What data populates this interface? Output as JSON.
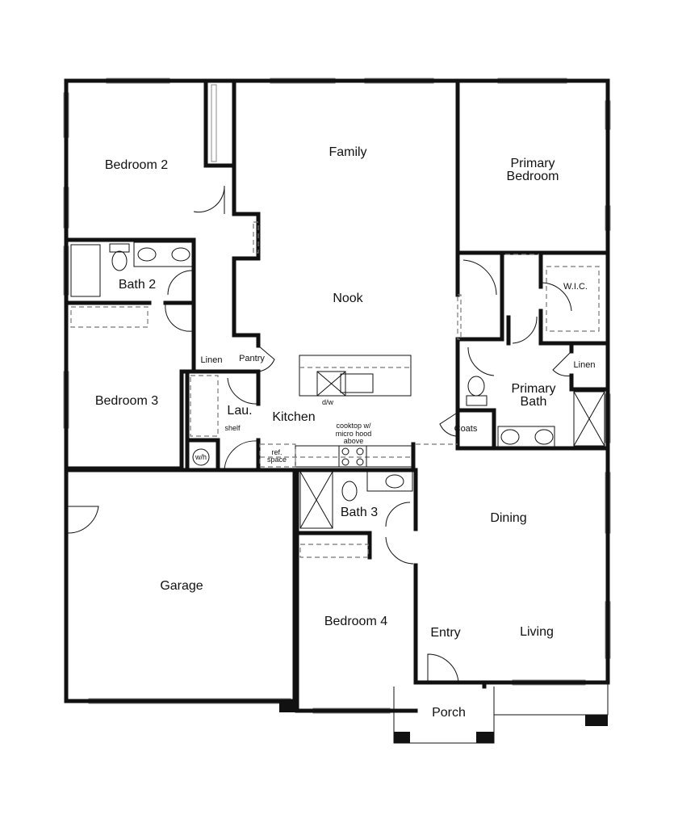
{
  "rooms": {
    "bedroom2": "Bedroom 2",
    "family": "Family",
    "primary_bedroom_1": "Primary",
    "primary_bedroom_2": "Bedroom",
    "bath2": "Bath 2",
    "nook": "Nook",
    "wic": "W.I.C.",
    "linen1": "Linen",
    "pantry": "Pantry",
    "linen2": "Linen",
    "primary_bath_1": "Primary",
    "primary_bath_2": "Bath",
    "bedroom3": "Bedroom 3",
    "laundry": "Lau.",
    "kitchen": "Kitchen",
    "coats": "Coats",
    "shelf": "shelf",
    "dw": "d/w",
    "wh": "w/h",
    "cooktop_1": "cooktop w/",
    "cooktop_2": "micro hood",
    "cooktop_3": "above",
    "ref_1": "ref.",
    "ref_2": "space",
    "bath3": "Bath 3",
    "dining": "Dining",
    "garage": "Garage",
    "bedroom4": "Bedroom 4",
    "entry": "Entry",
    "living": "Living",
    "porch": "Porch"
  }
}
